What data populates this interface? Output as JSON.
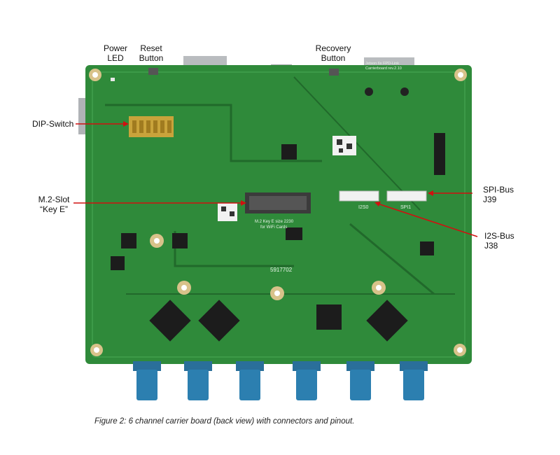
{
  "labels": {
    "power_led": [
      "Power",
      "LED"
    ],
    "reset_button": [
      "Reset",
      "Button"
    ],
    "recovery_button": [
      "Recovery",
      "Button"
    ],
    "dip_switch": "DIP-Switch",
    "m2_slot": [
      "M.2-Slot",
      "“Key E”"
    ],
    "spi_bus": [
      "SPI-Bus",
      "J39"
    ],
    "i2s_bus": [
      "I2S-Bus",
      "J38"
    ]
  },
  "board_text": {
    "i2s0": "I2S0",
    "spi1": "SPI1",
    "m2_silk": [
      "M.2 Key E size 2230",
      "for WiFi Cards"
    ],
    "serial": "5917702",
    "title_silk": [
      "Jetson 6x FPD-Link",
      "Carrierboard rev.2.10"
    ]
  },
  "caption": "Figure 2: 6 channel carrier board (back view) with connectors and pinout.",
  "colors": {
    "pcb": "#2f8a3a",
    "pcb_dark": "#21692b",
    "connector": "#2c7fb0",
    "arrow": "#d01010"
  }
}
